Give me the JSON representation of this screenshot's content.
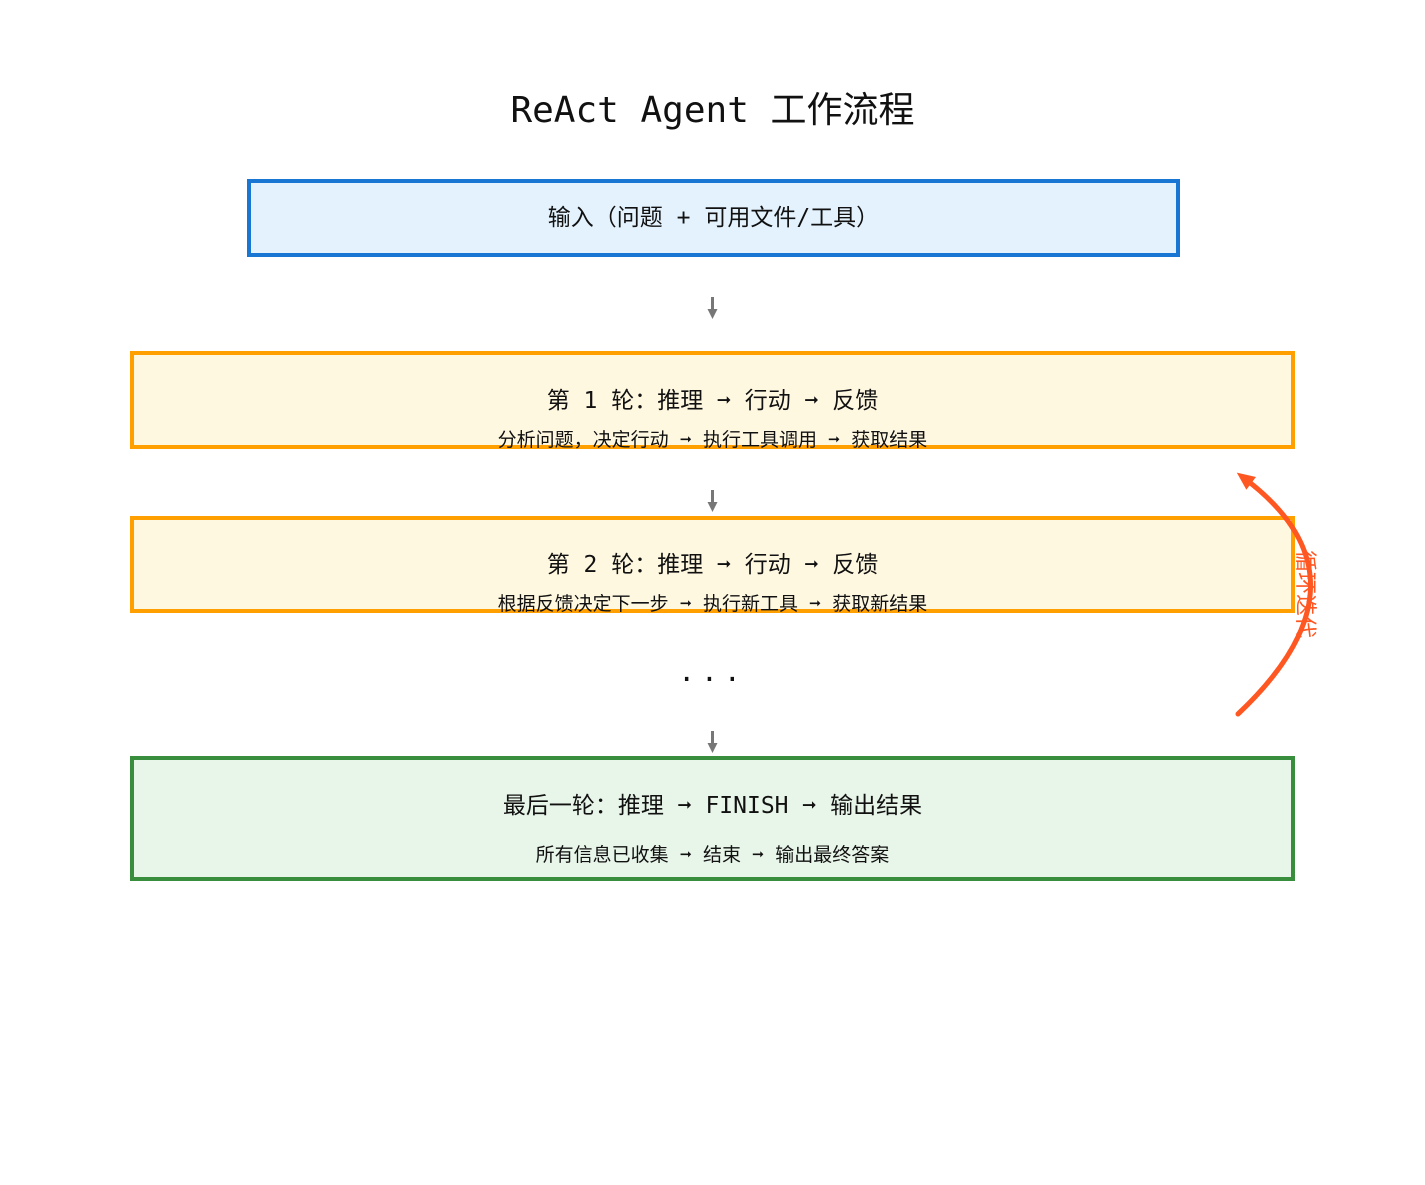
{
  "title": "ReAct Agent 工作流程",
  "colors": {
    "input_border": "#1976d2",
    "input_fill": "#e3f2fd",
    "round_border": "#ffa000",
    "round_fill": "#fff8e1",
    "final_border": "#388e3c",
    "final_fill": "#e8f5e9",
    "connector": "#777777",
    "loop": "#ff5722"
  },
  "nodes": {
    "input": {
      "label": "输入（问题 + 可用文件/工具）"
    },
    "round1": {
      "label": "第 1 轮：推理 ➞ 行动 ➞ 反馈",
      "detail": "分析问题，决定行动 ➞ 执行工具调用 ➞ 获取结果"
    },
    "round2": {
      "label": "第 2 轮：推理 ➞ 行动 ➞ 反馈",
      "detail": "根据反馈决定下一步 ➞ 执行新工具 ➞ 获取新结果"
    },
    "final": {
      "label": "最后一轮：推理 ➞ FINISH ➞ 输出结果",
      "detail": "所有信息已收集 ➞ 结束 ➞ 输出最终答案"
    }
  },
  "ellipsis": "...",
  "loop_label": "循环迭代"
}
